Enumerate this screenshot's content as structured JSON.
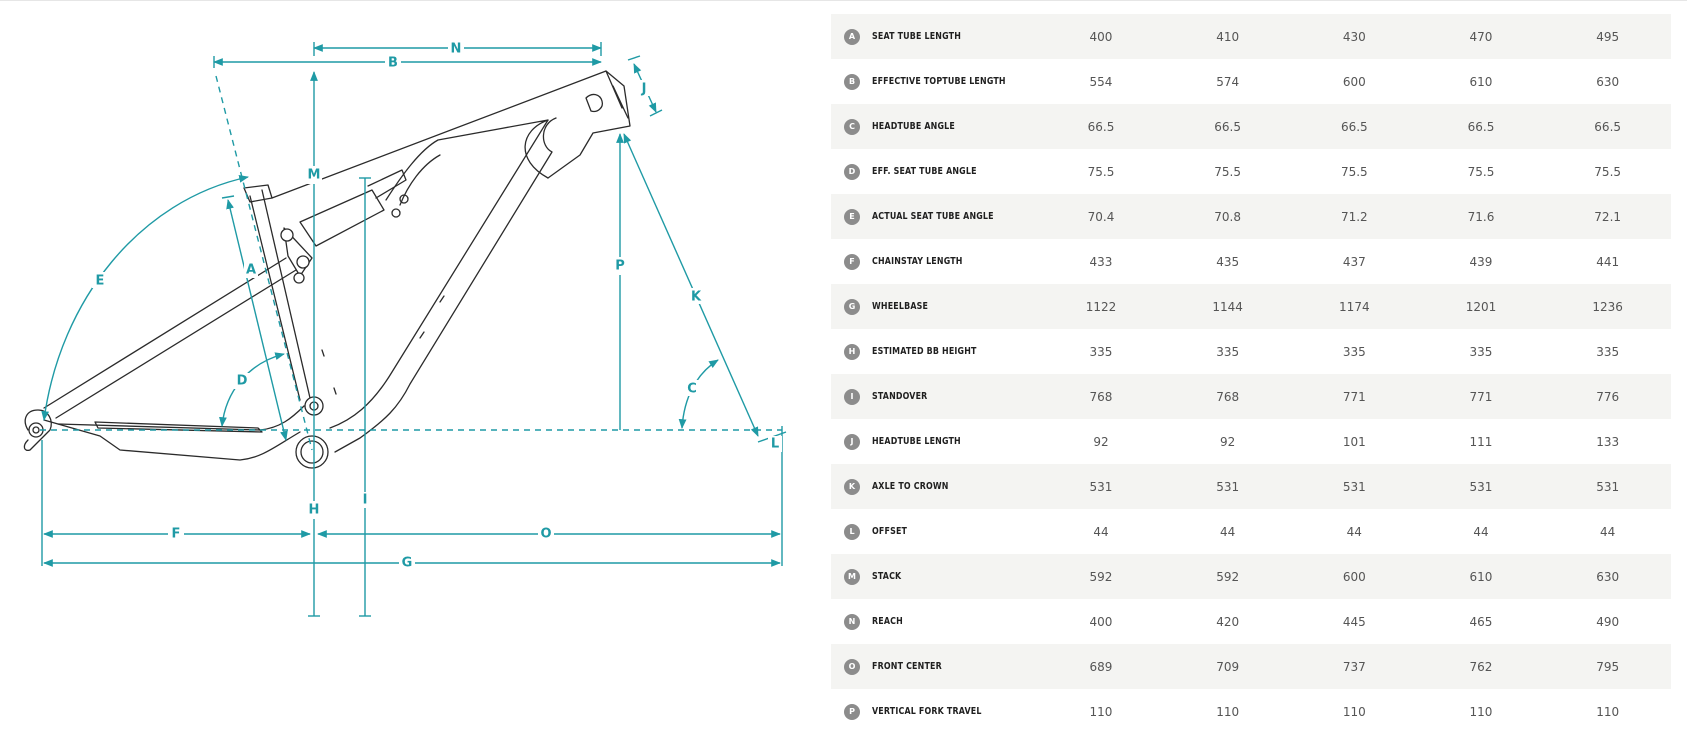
{
  "diagram": {
    "dimension_letters": [
      "A",
      "B",
      "C",
      "D",
      "E",
      "F",
      "G",
      "H",
      "I",
      "J",
      "K",
      "L",
      "M",
      "N",
      "O",
      "P"
    ],
    "colors": {
      "dimension": "#1f9aa5",
      "frame": "#2b2b2b",
      "badge": "#8c8c8c",
      "row_shade": "#f4f4f2"
    }
  },
  "table": {
    "rows": [
      {
        "letter": "A",
        "label": "SEAT TUBE LENGTH",
        "values": [
          "400",
          "410",
          "430",
          "470",
          "495"
        ]
      },
      {
        "letter": "B",
        "label": "EFFECTIVE TOPTUBE LENGTH",
        "values": [
          "554",
          "574",
          "600",
          "610",
          "630"
        ]
      },
      {
        "letter": "C",
        "label": "HEADTUBE ANGLE",
        "values": [
          "66.5",
          "66.5",
          "66.5",
          "66.5",
          "66.5"
        ]
      },
      {
        "letter": "D",
        "label": "EFF. SEAT TUBE ANGLE",
        "values": [
          "75.5",
          "75.5",
          "75.5",
          "75.5",
          "75.5"
        ]
      },
      {
        "letter": "E",
        "label": "ACTUAL SEAT TUBE ANGLE",
        "values": [
          "70.4",
          "70.8",
          "71.2",
          "71.6",
          "72.1"
        ]
      },
      {
        "letter": "F",
        "label": "CHAINSTAY LENGTH",
        "values": [
          "433",
          "435",
          "437",
          "439",
          "441"
        ]
      },
      {
        "letter": "G",
        "label": "WHEELBASE",
        "values": [
          "1122",
          "1144",
          "1174",
          "1201",
          "1236"
        ]
      },
      {
        "letter": "H",
        "label": "ESTIMATED BB HEIGHT",
        "values": [
          "335",
          "335",
          "335",
          "335",
          "335"
        ]
      },
      {
        "letter": "I",
        "label": "STANDOVER",
        "values": [
          "768",
          "768",
          "771",
          "771",
          "776"
        ]
      },
      {
        "letter": "J",
        "label": "HEADTUBE LENGTH",
        "values": [
          "92",
          "92",
          "101",
          "111",
          "133"
        ]
      },
      {
        "letter": "K",
        "label": "AXLE TO CROWN",
        "values": [
          "531",
          "531",
          "531",
          "531",
          "531"
        ]
      },
      {
        "letter": "L",
        "label": "OFFSET",
        "values": [
          "44",
          "44",
          "44",
          "44",
          "44"
        ]
      },
      {
        "letter": "M",
        "label": "STACK",
        "values": [
          "592",
          "592",
          "600",
          "610",
          "630"
        ]
      },
      {
        "letter": "N",
        "label": "REACH",
        "values": [
          "400",
          "420",
          "445",
          "465",
          "490"
        ]
      },
      {
        "letter": "O",
        "label": "FRONT CENTER",
        "values": [
          "689",
          "709",
          "737",
          "762",
          "795"
        ]
      },
      {
        "letter": "P",
        "label": "VERTICAL FORK TRAVEL",
        "values": [
          "110",
          "110",
          "110",
          "110",
          "110"
        ]
      }
    ]
  }
}
